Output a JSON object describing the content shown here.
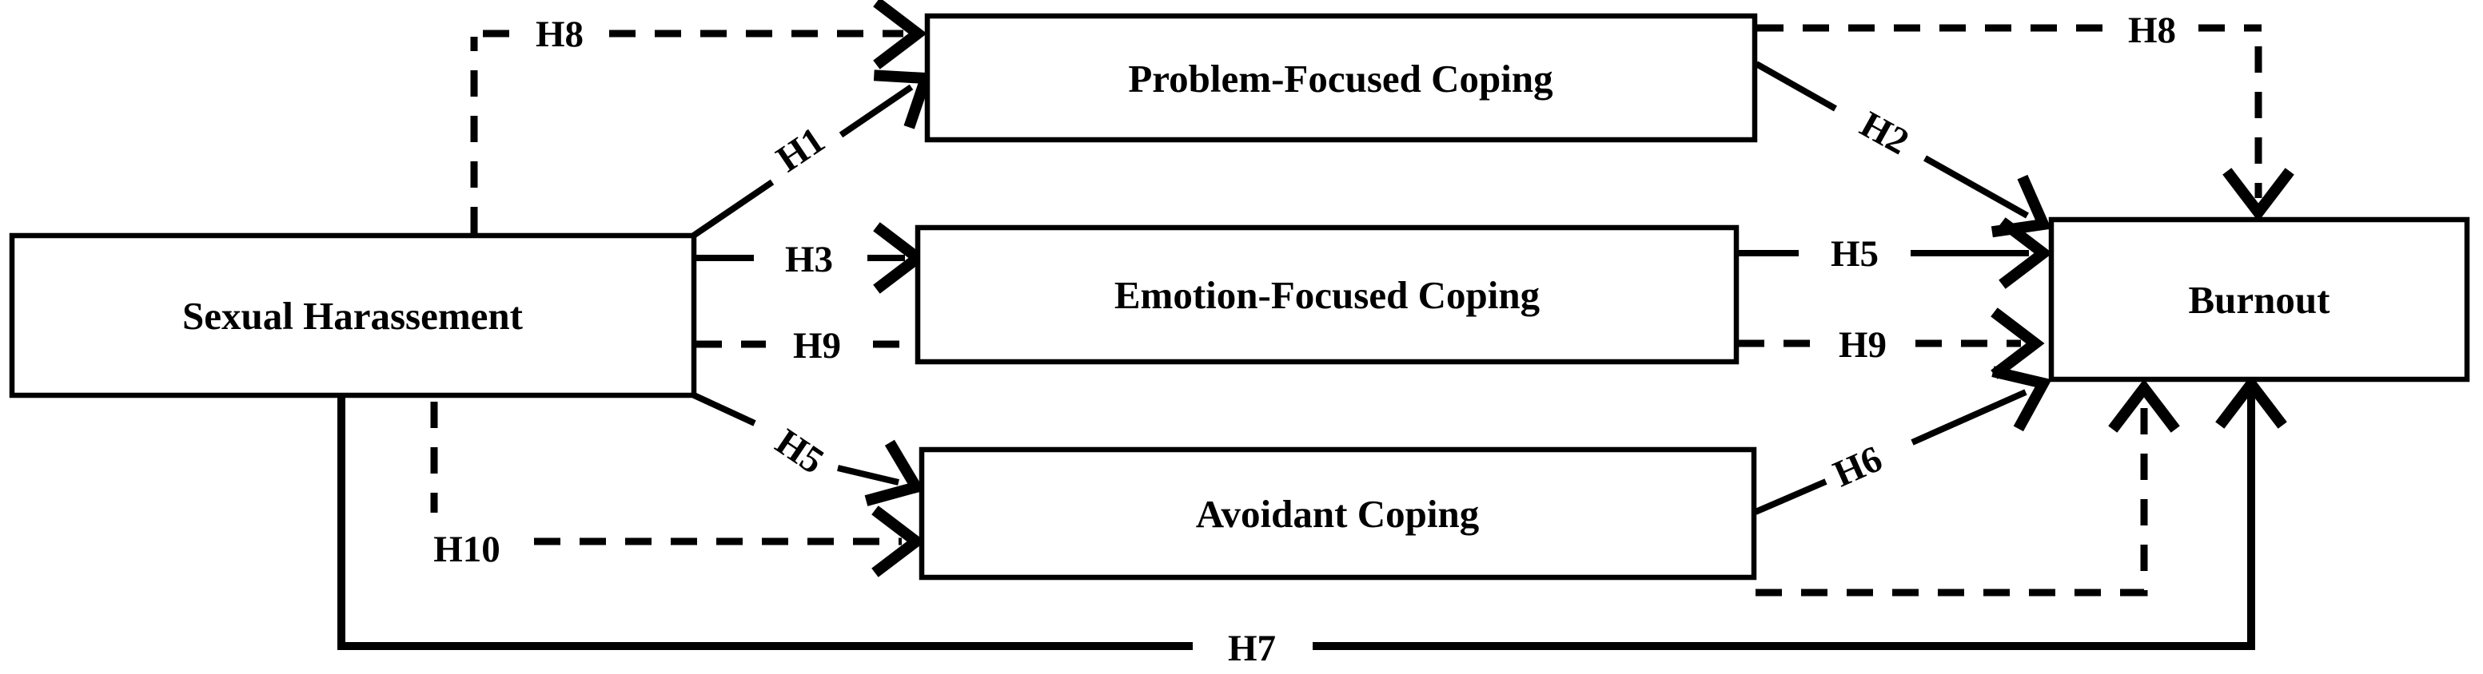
{
  "diagram": {
    "type": "path-model",
    "background_color": "#ffffff",
    "line_color": "#000000",
    "box_fill": "#ffffff",
    "nodes": {
      "sexual_harassment": {
        "label": "Sexual Harassement"
      },
      "problem_focused": {
        "label": "Problem-Focused Coping"
      },
      "emotion_focused": {
        "label": "Emotion-Focused Coping"
      },
      "avoidant": {
        "label": "Avoidant Coping"
      },
      "burnout": {
        "label": "Burnout"
      }
    },
    "hypotheses": {
      "h1": "H1",
      "h2": "H2",
      "h3": "H3",
      "h5_left": "H5",
      "h5_right": "H5",
      "h6": "H6",
      "h7": "H7",
      "h8_left": "H8",
      "h8_right": "H8",
      "h9_left": "H9",
      "h9_right": "H9",
      "h10": "H10"
    },
    "edges": [
      {
        "id": "h1",
        "from": "sexual_harassment",
        "to": "problem_focused",
        "style": "solid"
      },
      {
        "id": "h2",
        "from": "problem_focused",
        "to": "burnout",
        "style": "solid"
      },
      {
        "id": "h3",
        "from": "sexual_harassment",
        "to": "emotion_focused",
        "style": "solid"
      },
      {
        "id": "h5a",
        "from": "sexual_harassment",
        "to": "avoidant",
        "style": "solid"
      },
      {
        "id": "h5b",
        "from": "emotion_focused",
        "to": "burnout",
        "style": "solid"
      },
      {
        "id": "h6",
        "from": "avoidant",
        "to": "burnout",
        "style": "solid"
      },
      {
        "id": "h7",
        "from": "sexual_harassment",
        "to": "burnout",
        "style": "solid"
      },
      {
        "id": "h8",
        "from": "sexual_harassment",
        "to": "burnout",
        "style": "dashed",
        "via": "problem_focused"
      },
      {
        "id": "h9",
        "from": "sexual_harassment",
        "to": "burnout",
        "style": "dashed",
        "via": "emotion_focused"
      },
      {
        "id": "h10",
        "from": "sexual_harassment",
        "to": "burnout",
        "style": "dashed",
        "via": "avoidant"
      }
    ]
  }
}
